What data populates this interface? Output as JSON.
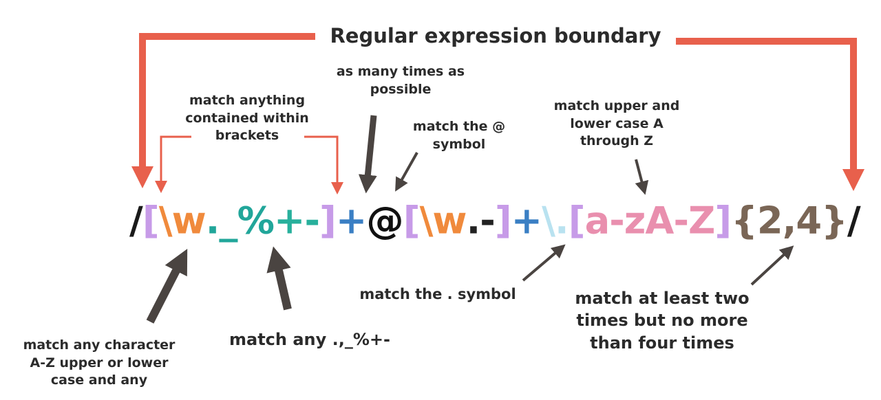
{
  "title": "Regular expression boundary",
  "regex": {
    "tokens": [
      {
        "text": "/",
        "color": "#1a1a1a"
      },
      {
        "text": "[",
        "color": "#c79be8"
      },
      {
        "text": "\\w",
        "color": "#f08a3c"
      },
      {
        "text": "._%",
        "color": "#21a69a"
      },
      {
        "text": "+-",
        "color": "#28b09c"
      },
      {
        "text": "]",
        "color": "#c79be8"
      },
      {
        "text": "+",
        "color": "#3a7fc4"
      },
      {
        "text": "@",
        "color": "#111111"
      },
      {
        "text": "[",
        "color": "#c79be8"
      },
      {
        "text": "\\w",
        "color": "#f08a3c"
      },
      {
        "text": ".-",
        "color": "#222222"
      },
      {
        "text": "]",
        "color": "#c79be8"
      },
      {
        "text": "+",
        "color": "#3a7fc4"
      },
      {
        "text": "\\.",
        "color": "#b9e2f0"
      },
      {
        "text": "[",
        "color": "#c79be8"
      },
      {
        "text": "a-zA-Z",
        "color": "#e98fae"
      },
      {
        "text": "]",
        "color": "#c79be8"
      },
      {
        "text": "{2,4}",
        "color": "#7a6656"
      },
      {
        "text": "/",
        "color": "#1a1a1a"
      }
    ]
  },
  "annotations": {
    "brackets": [
      "match anything",
      "contained within",
      "brackets"
    ],
    "greedy": [
      "as many times as",
      "possible"
    ],
    "at_symbol": [
      "match the @",
      "symbol"
    ],
    "letters": [
      "match upper and",
      "lower case A",
      "through Z"
    ],
    "word_chars": [
      "match any character",
      "A-Z upper or lower",
      "case and any"
    ],
    "specials": "match any .,_%+-",
    "dot_symbol": "match the .  symbol",
    "quantifier": [
      "match at least two",
      "times but no more",
      "than four times"
    ]
  },
  "colors": {
    "boundary_arrow": "#e8604c",
    "pointer_arrow": "#4a4441",
    "label_text": "#2b2b2b"
  }
}
